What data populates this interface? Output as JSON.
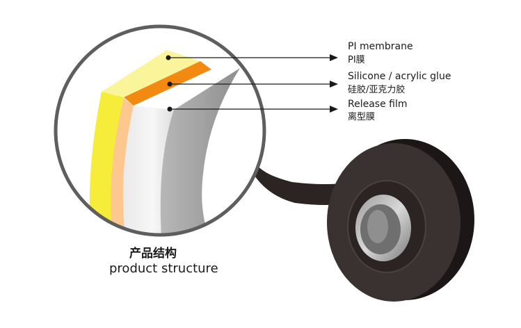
{
  "labels": [
    {
      "en": "PI membrane",
      "zh": "PI膜",
      "color": "#f6ec3a"
    },
    {
      "en": "Silicone / acrylic glue",
      "zh": "硅胶/亚克力胶",
      "color": "#f28a12"
    },
    {
      "en": "Release film",
      "zh": "离型膜",
      "color": "#f0f0f0"
    }
  ],
  "caption": {
    "zh": "产品结构",
    "en": "product structure"
  },
  "colors": {
    "tape_outer": "#2b2422",
    "tape_core": "#c9c9c9",
    "circle_outline": "#5e5e5e",
    "arrow": "#1a1a1a"
  }
}
